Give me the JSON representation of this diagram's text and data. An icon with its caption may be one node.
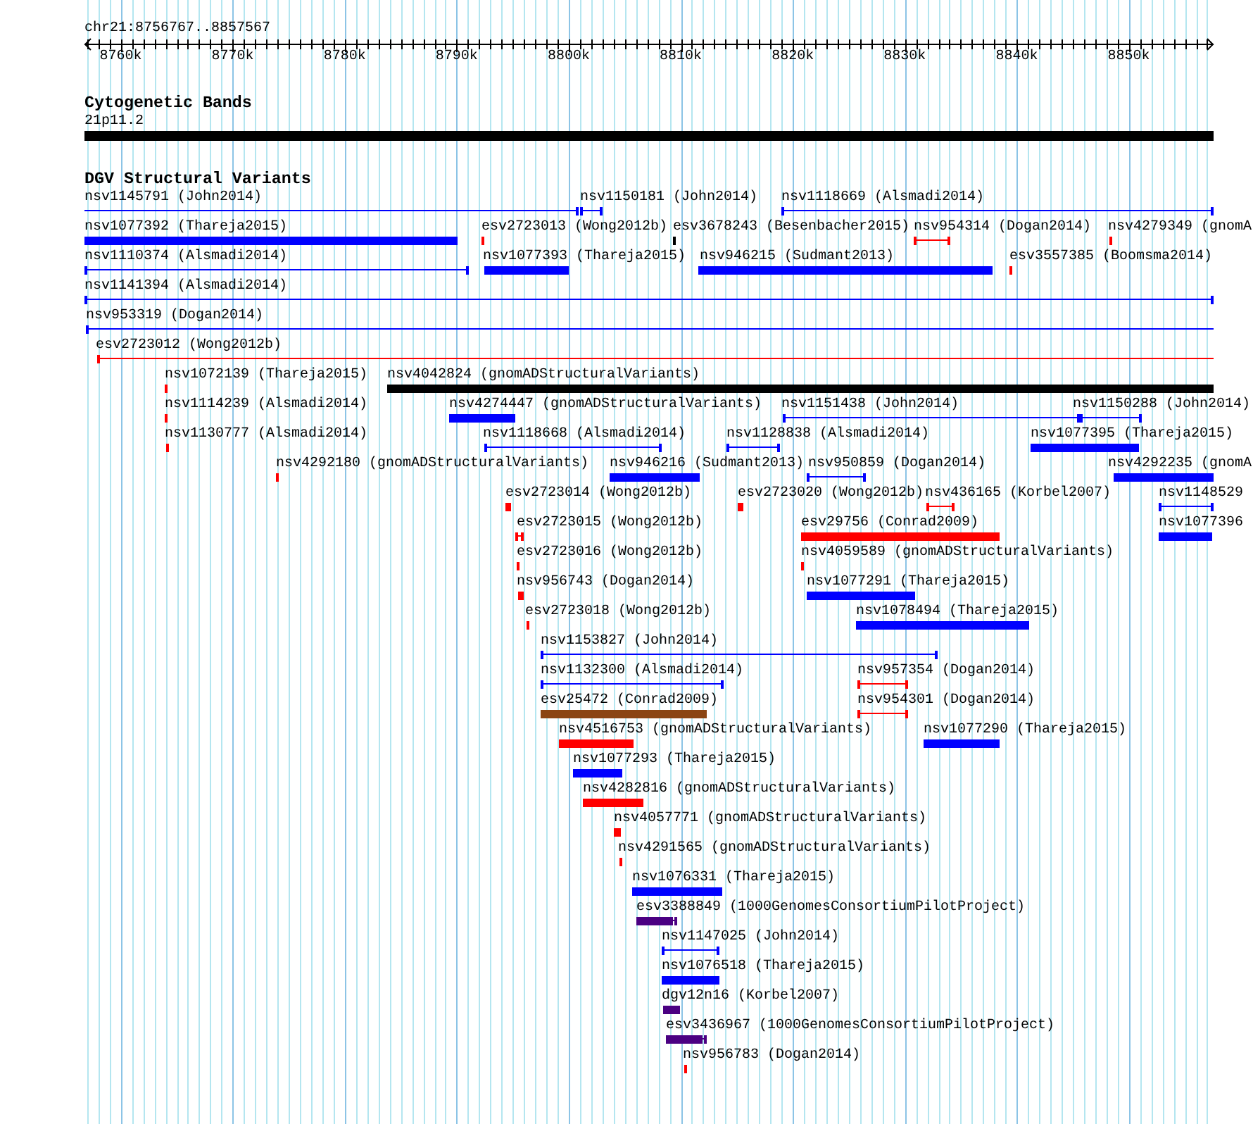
{
  "diagram": {
    "nodes": [
      {
        "text": [],
        "shape": "bar",
        "beside": [
          "21p11.2"
        ]
      },
      {
        "text": [],
        "shape": "line",
        "beside": [
          "nsv1145791 (John2014)"
        ]
      },
      {
        "text": [],
        "shape": "line",
        "beside": [
          "nsv1150181 (John2014)"
        ]
      },
      {
        "text": [],
        "shape": "line",
        "beside": [
          "nsv1118669 (Alsmadi2014)"
        ]
      },
      {
        "text": [],
        "shape": "bar",
        "beside": [
          "nsv1077392 (Thareja2015)"
        ]
      },
      {
        "text": [],
        "shape": "bar",
        "beside": [
          "esv2723013 (Wong2012b)"
        ]
      },
      {
        "text": [],
        "shape": "bar",
        "beside": [
          "esv3678243 (Besenbacher2015)"
        ]
      },
      {
        "text": [],
        "shape": "line",
        "beside": [
          "nsv954314 (Dogan2014)"
        ]
      },
      {
        "text": [],
        "shape": "bar",
        "beside": [
          "nsv4279349 (gnomA"
        ]
      },
      {
        "text": [],
        "shape": "line",
        "beside": [
          "nsv1110374 (Alsmadi2014)"
        ]
      },
      {
        "text": [],
        "shape": "bar",
        "beside": [
          "nsv1077393 (Thareja2015)"
        ]
      },
      {
        "text": [],
        "shape": "bar",
        "beside": [
          "nsv946215 (Sudmant2013)"
        ]
      },
      {
        "text": [],
        "shape": "bar",
        "beside": [
          "esv3557385 (Boomsma2014)"
        ]
      },
      {
        "text": [],
        "shape": "line",
        "beside": [
          "nsv1141394 (Alsmadi2014)"
        ]
      },
      {
        "text": [],
        "shape": "line",
        "beside": [
          "nsv953319 (Dogan2014)"
        ]
      },
      {
        "text": [],
        "shape": "line",
        "beside": [
          "esv2723012 (Wong2012b)"
        ]
      },
      {
        "text": [],
        "shape": "bar",
        "beside": [
          "nsv1072139 (Thareja2015)"
        ]
      },
      {
        "text": [],
        "shape": "bar",
        "beside": [
          "nsv4042824 (gnomADStructuralVariants)"
        ]
      },
      {
        "text": [],
        "shape": "bar",
        "beside": [
          "nsv1114239 (Alsmadi2014)"
        ]
      },
      {
        "text": [],
        "shape": "bar",
        "beside": [
          "nsv4274447 (gnomADStructuralVariants)"
        ]
      },
      {
        "text": [],
        "shape": "line",
        "beside": [
          "nsv1151438 (John2014)"
        ]
      },
      {
        "text": [],
        "shape": "line",
        "beside": [
          "nsv1150288 (John2014)"
        ]
      },
      {
        "text": [],
        "shape": "bar",
        "beside": [
          "nsv1130777 (Alsmadi2014)"
        ]
      },
      {
        "text": [],
        "shape": "line",
        "beside": [
          "nsv1118668 (Alsmadi2014)"
        ]
      },
      {
        "text": [],
        "shape": "line",
        "beside": [
          "nsv1128838 (Alsmadi2014)"
        ]
      },
      {
        "text": [],
        "shape": "bar",
        "beside": [
          "nsv1077395 (Thareja2015)"
        ]
      },
      {
        "text": [],
        "shape": "bar",
        "beside": [
          "nsv4292180 (gnomADStructuralVariants)"
        ]
      },
      {
        "text": [],
        "shape": "bar",
        "beside": [
          "nsv946216 (Sudmant2013)"
        ]
      },
      {
        "text": [],
        "shape": "line",
        "beside": [
          "nsv950859 (Dogan2014)"
        ]
      },
      {
        "text": [],
        "shape": "bar",
        "beside": [
          "nsv4292235 (gnomA"
        ]
      },
      {
        "text": [],
        "shape": "bar",
        "beside": [
          "esv2723014 (Wong2012b)"
        ]
      },
      {
        "text": [],
        "shape": "bar",
        "beside": [
          "esv2723020 (Wong2012b)"
        ]
      },
      {
        "text": [],
        "shape": "line",
        "beside": [
          "nsv436165 (Korbel2007)"
        ]
      },
      {
        "text": [],
        "shape": "line",
        "beside": [
          "nsv1148529"
        ]
      },
      {
        "text": [],
        "shape": "line",
        "beside": [
          "esv2723015 (Wong2012b)"
        ]
      },
      {
        "text": [],
        "shape": "bar",
        "beside": [
          "esv29756 (Conrad2009)"
        ]
      },
      {
        "text": [],
        "shape": "bar",
        "beside": [
          "nsv1077396"
        ]
      },
      {
        "text": [],
        "shape": "bar",
        "beside": [
          "esv2723016 (Wong2012b)"
        ]
      },
      {
        "text": [],
        "shape": "bar",
        "beside": [
          "nsv4059589 (gnomADStructuralVariants)"
        ]
      },
      {
        "text": [],
        "shape": "bar",
        "beside": [
          "nsv956743 (Dogan2014)"
        ]
      },
      {
        "text": [],
        "shape": "bar",
        "beside": [
          "nsv1077291 (Thareja2015)"
        ]
      },
      {
        "text": [],
        "shape": "bar",
        "beside": [
          "esv2723018 (Wong2012b)"
        ]
      },
      {
        "text": [],
        "shape": "bar",
        "beside": [
          "nsv1078494 (Thareja2015)"
        ]
      },
      {
        "text": [],
        "shape": "line",
        "beside": [
          "nsv1153827 (John2014)"
        ]
      },
      {
        "text": [],
        "shape": "line",
        "beside": [
          "nsv1132300 (Alsmadi2014)"
        ]
      },
      {
        "text": [],
        "shape": "line",
        "beside": [
          "nsv957354 (Dogan2014)"
        ]
      },
      {
        "text": [],
        "shape": "bar",
        "beside": [
          "esv25472 (Conrad2009)"
        ]
      },
      {
        "text": [],
        "shape": "line",
        "beside": [
          "nsv954301 (Dogan2014)"
        ]
      },
      {
        "text": [],
        "shape": "bar",
        "beside": [
          "nsv4516753 (gnomADStructuralVariants)"
        ]
      },
      {
        "text": [],
        "shape": "bar",
        "beside": [
          "nsv1077290 (Thareja2015)"
        ]
      },
      {
        "text": [],
        "shape": "bar",
        "beside": [
          "nsv1077293 (Thareja2015)"
        ]
      },
      {
        "text": [],
        "shape": "bar",
        "beside": [
          "nsv4282816 (gnomADStructuralVariants)"
        ]
      },
      {
        "text": [],
        "shape": "bar",
        "beside": [
          "nsv4057771 (gnomADStructuralVariants)"
        ]
      },
      {
        "text": [],
        "shape": "bar",
        "beside": [
          "nsv4291565 (gnomADStructuralVariants)"
        ]
      },
      {
        "text": [],
        "shape": "bar",
        "beside": [
          "nsv1076331 (Thareja2015)"
        ]
      },
      {
        "text": [],
        "shape": "bar",
        "beside": [
          "esv3388849 (1000GenomesConsortiumPilotProject)"
        ]
      },
      {
        "text": [],
        "shape": "line",
        "beside": [
          "nsv1147025 (John2014)"
        ]
      },
      {
        "text": [],
        "shape": "bar",
        "beside": [
          "nsv1076518 (Thareja2015)"
        ]
      },
      {
        "text": [],
        "shape": "bar",
        "beside": [
          "dgv12n16 (Korbel2007)"
        ]
      },
      {
        "text": [],
        "shape": "bar",
        "beside": [
          "esv3436967 (1000GenomesConsortiumPilotProject)"
        ]
      },
      {
        "text": [],
        "shape": "bar",
        "beside": [
          "nsv956783 (Dogan2014)"
        ]
      }
    ],
    "labels": [
      "chr21:8756767..8857567",
      "8760k",
      "8770k",
      "8780k",
      "8790k",
      "8800k",
      "8810k",
      "8820k",
      "8830k",
      "8840k",
      "8850k",
      "Cytogenetic Bands",
      "DGV Structural Variants"
    ]
  }
}
